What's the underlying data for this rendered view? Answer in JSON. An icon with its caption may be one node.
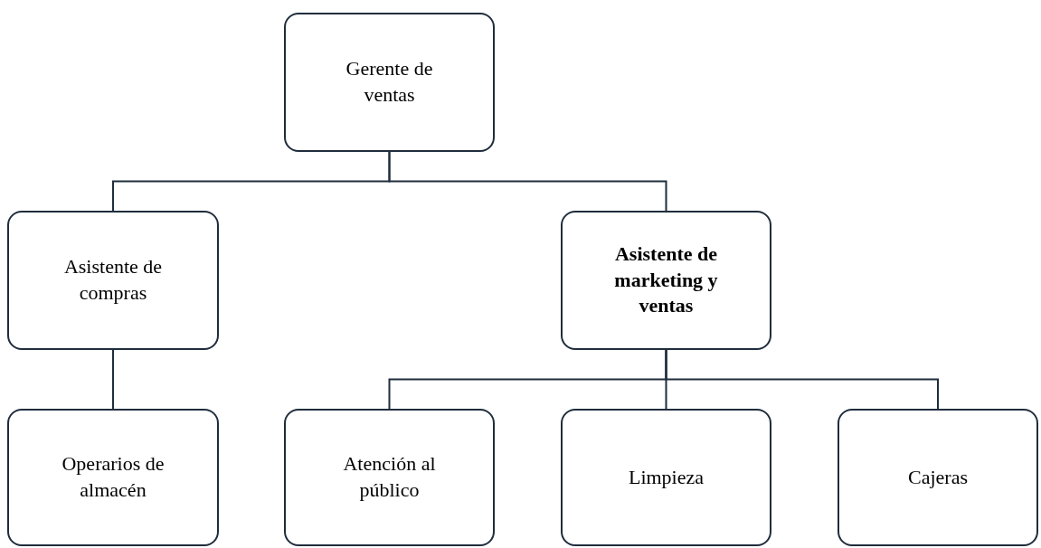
{
  "diagram": {
    "nodes": [
      {
        "text": [
          "Gerente de ventas"
        ]
      },
      {
        "text": [
          "Asistente de compras"
        ]
      },
      {
        "text": [
          "Asistente de marketing y ventas"
        ]
      },
      {
        "text": [
          "Operarios de almacén"
        ]
      },
      {
        "text": [
          "Atención al público"
        ]
      },
      {
        "text": [
          "Limpieza"
        ]
      },
      {
        "text": [
          "Cajeras"
        ]
      }
    ],
    "edges": [
      {
        "from": 0,
        "to": 1,
        "arrow": "none"
      },
      {
        "from": 0,
        "to": 2,
        "arrow": "none"
      },
      {
        "from": 1,
        "to": 3,
        "arrow": "none"
      },
      {
        "from": 2,
        "to": 4,
        "arrow": "none"
      },
      {
        "from": 2,
        "to": 5,
        "arrow": "none"
      },
      {
        "from": 2,
        "to": 6,
        "arrow": "none"
      }
    ]
  }
}
